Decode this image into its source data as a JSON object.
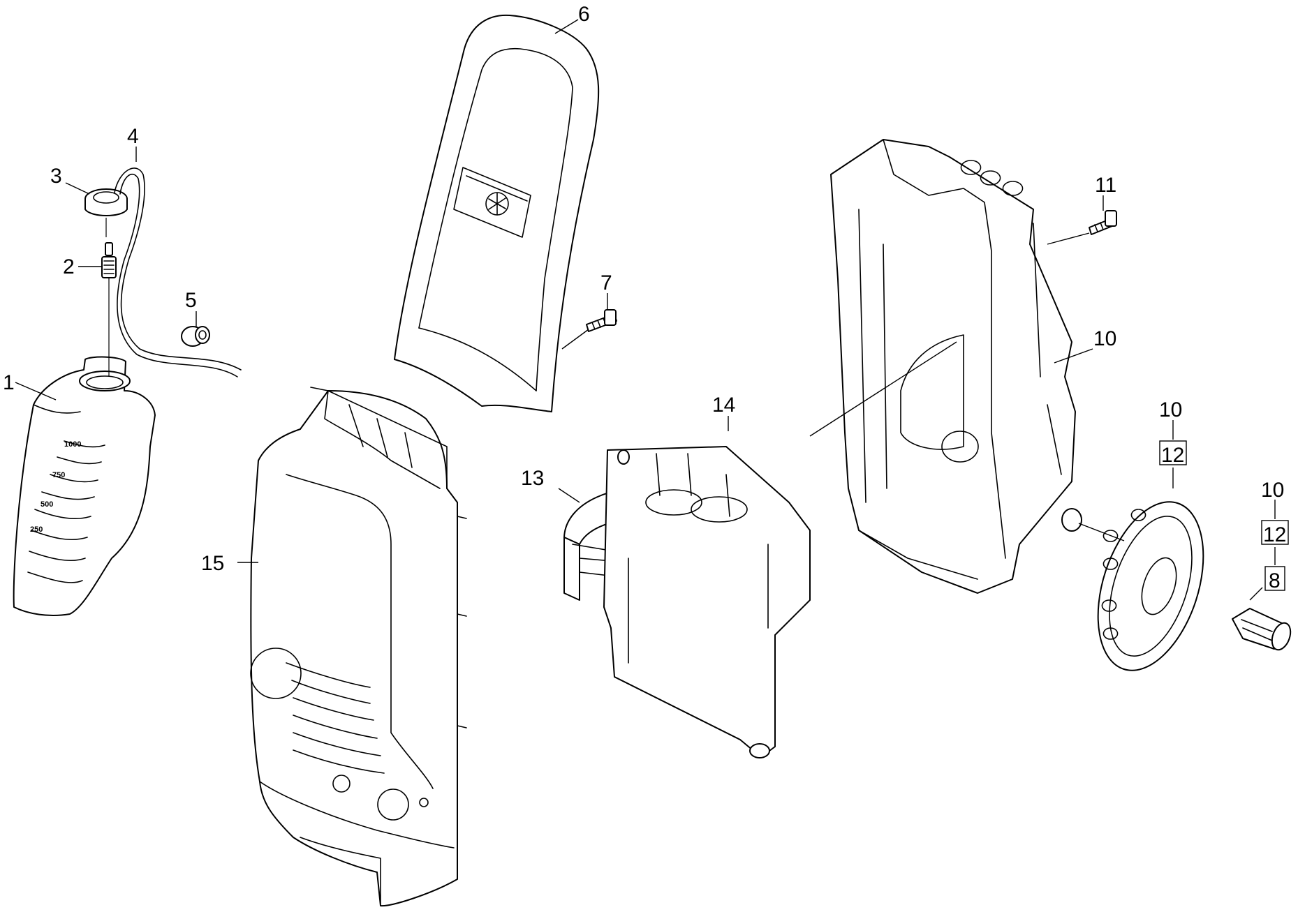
{
  "callouts": [
    "1",
    "2",
    "3",
    "4",
    "5",
    "6",
    "7",
    "11",
    "10",
    "14",
    "13",
    "15",
    "10",
    "12",
    "10",
    "12",
    "8"
  ],
  "tank_marks": [
    "1000",
    "750",
    "500",
    "250"
  ]
}
